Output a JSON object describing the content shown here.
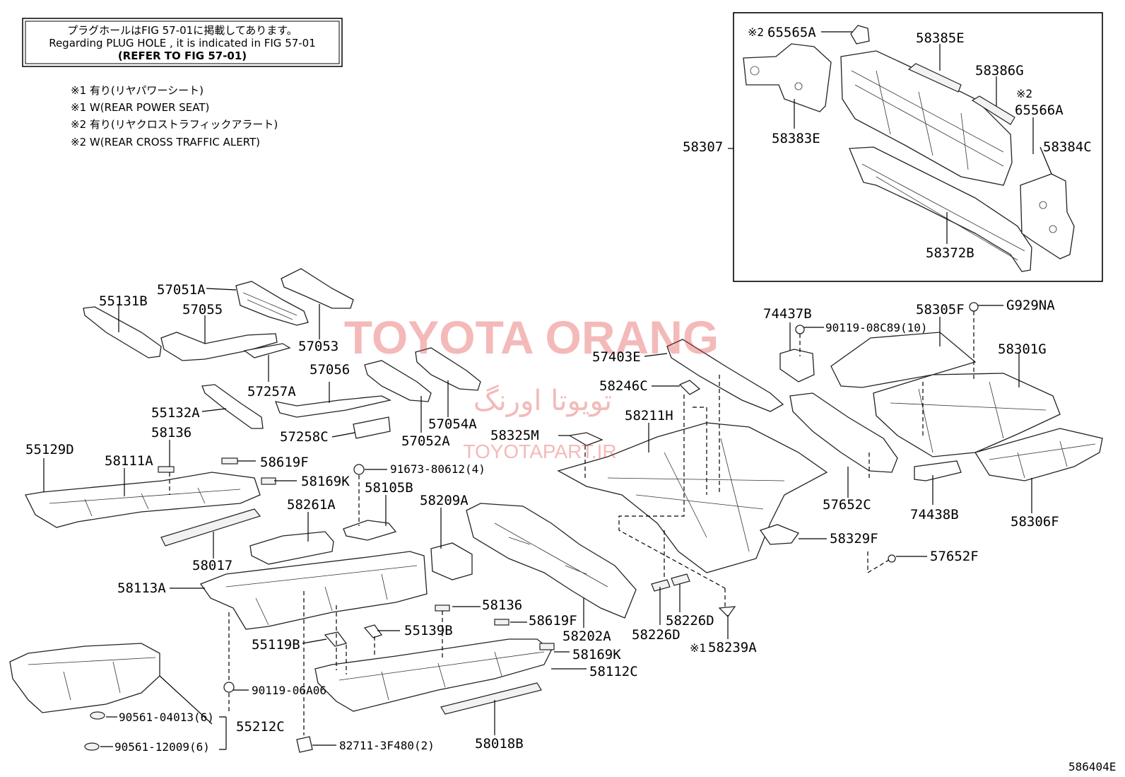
{
  "notice": {
    "line1": "プラグホールはFIG 57-01に掲載してあります。",
    "line2": "Regarding  PLUG  HOLE , it is indicated in FIG  57-01",
    "line3": "(REFER TO FIG 57-01)"
  },
  "footnotes": [
    "※1 有り(リヤパワーシート)",
    "※1 W(REAR POWER SEAT)",
    "※2 有り(リヤクロストラフィックアラート)",
    "※2 W(REAR CROSS TRAFFIC ALERT)"
  ],
  "watermark": {
    "main": "TOYOTA ORANG",
    "persian": "تویوتا اورنگ",
    "url": "TOYOTAPART.IR"
  },
  "figure_code": "586404E",
  "parts": {
    "p65565A": "65565A",
    "p65565A_note": "※2",
    "p58385E": "58385E",
    "p58386G": "58386G",
    "p65566A": "65566A",
    "p65566A_note": "※2",
    "p58307": "58307",
    "p58383E": "58383E",
    "p58384C": "58384C",
    "p58372B": "58372B",
    "p57051A": "57051A",
    "p55131B": "55131B",
    "p57055": "57055",
    "p57053": "57053",
    "p57257A": "57257A",
    "p57056": "57056",
    "p55132A": "55132A",
    "p58136a": "58136",
    "p57054A": "57054A",
    "p57258C": "57258C",
    "p57052A": "57052A",
    "p55129D": "55129D",
    "p58111A": "58111A",
    "p58619Fa": "58619F",
    "p58169Ka": "58169K",
    "p91673": "91673-80612(4)",
    "p58105B": "58105B",
    "p58261A": "58261A",
    "p58017": "58017",
    "p58209A": "58209A",
    "p58325M": "58325M",
    "p57403E": "57403E",
    "p58246C": "58246C",
    "p58211H": "58211H",
    "p74437B": "74437B",
    "p90119_08C89": "90119-08C89(10)",
    "p58305F": "58305F",
    "pG929NA": "G929NA",
    "p58301G": "58301G",
    "p57652C": "57652C",
    "p74438B": "74438B",
    "p58306F": "58306F",
    "p58329F": "58329F",
    "p57652F": "57652F",
    "p58113A": "58113A",
    "p58136b": "58136",
    "p58619Fb": "58619F",
    "p58202A": "58202A",
    "p58226Da": "58226D",
    "p58226Db": "58226D",
    "p58239A": "58239A",
    "p58239A_note": "※1",
    "p55139B": "55139B",
    "p55119B": "55119B",
    "p58169Kb": "58169K",
    "p58112C": "58112C",
    "p90119_06A06": "90119-06A06",
    "p90561_04013": "90561-04013(6)",
    "p55212C": "55212C",
    "p90561_12009": "90561-12009(6)",
    "p82711": "82711-3F480(2)",
    "p58018B": "58018B"
  }
}
